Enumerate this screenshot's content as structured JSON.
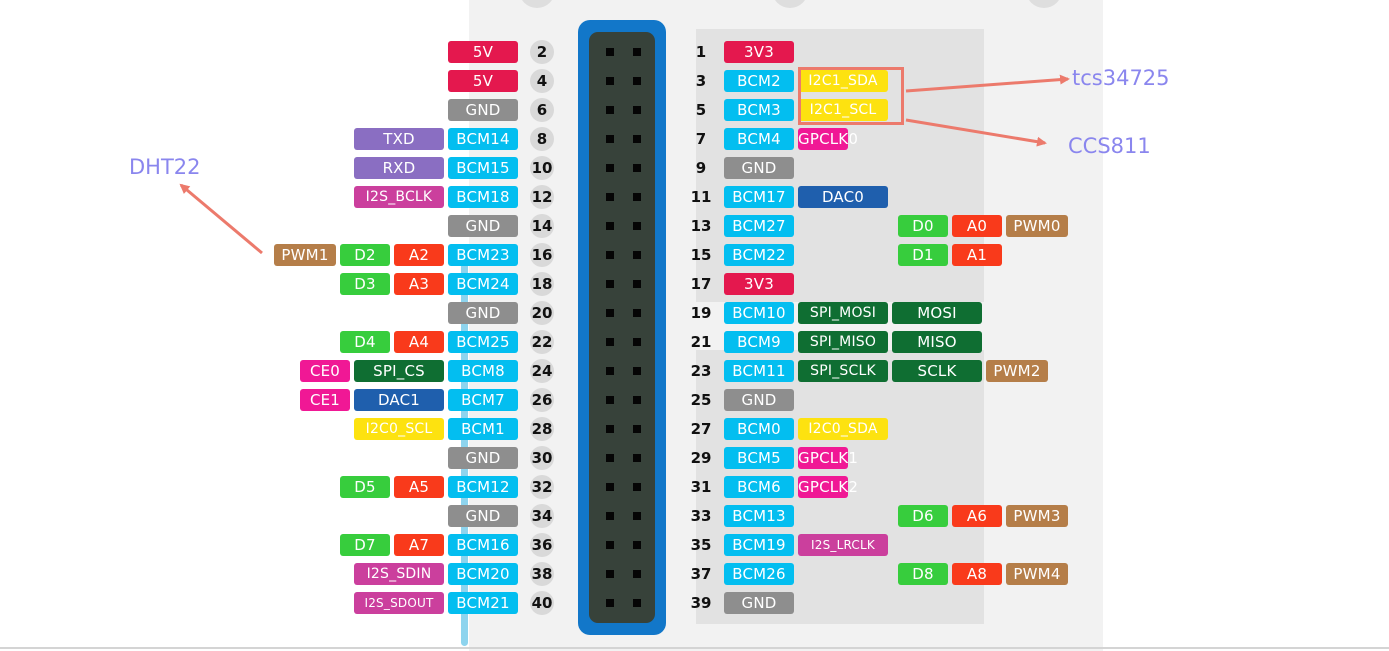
{
  "external_labels": {
    "dht22": "DHT22",
    "tcs34725": "tcs34725",
    "ccs811": "CCS811"
  },
  "colors": {
    "power": "#e4184e",
    "ground": "#8e8e8e",
    "bcm": "#03bef0",
    "uart": "#8a6ec2",
    "i2s": "#cb3f9d",
    "i2c": "#fde210",
    "spi": "#0f6e32",
    "clock": "#f01895",
    "dac": "#1f5fad",
    "digital": "#37cd3d",
    "analog": "#f93a1b",
    "pwm": "#b57e49",
    "header": "#1277c9",
    "annotation": "#ec7a6c"
  },
  "left_pins": [
    {
      "num": "2",
      "labels": [
        {
          "t": "5V",
          "k": "power"
        }
      ]
    },
    {
      "num": "4",
      "labels": [
        {
          "t": "5V",
          "k": "power"
        }
      ]
    },
    {
      "num": "6",
      "labels": [
        {
          "t": "GND",
          "k": "gnd"
        }
      ]
    },
    {
      "num": "8",
      "labels": [
        {
          "t": "TXD",
          "k": "uart"
        },
        {
          "t": "BCM14",
          "k": "bcm"
        }
      ]
    },
    {
      "num": "10",
      "labels": [
        {
          "t": "RXD",
          "k": "uart"
        },
        {
          "t": "BCM15",
          "k": "bcm"
        }
      ]
    },
    {
      "num": "12",
      "labels": [
        {
          "t": "I2S_BCLK",
          "k": "i2s"
        },
        {
          "t": "BCM18",
          "k": "bcm"
        }
      ]
    },
    {
      "num": "14",
      "labels": [
        {
          "t": "GND",
          "k": "gnd"
        }
      ]
    },
    {
      "num": "16",
      "labels": [
        {
          "t": "PWM1",
          "k": "pwm"
        },
        {
          "t": "D2",
          "k": "dig"
        },
        {
          "t": "A2",
          "k": "ana"
        },
        {
          "t": "BCM23",
          "k": "bcm"
        }
      ]
    },
    {
      "num": "18",
      "labels": [
        {
          "t": "D3",
          "k": "dig"
        },
        {
          "t": "A3",
          "k": "ana"
        },
        {
          "t": "BCM24",
          "k": "bcm"
        }
      ]
    },
    {
      "num": "20",
      "labels": [
        {
          "t": "GND",
          "k": "gnd"
        }
      ]
    },
    {
      "num": "22",
      "labels": [
        {
          "t": "D4",
          "k": "dig"
        },
        {
          "t": "A4",
          "k": "ana"
        },
        {
          "t": "BCM25",
          "k": "bcm"
        }
      ]
    },
    {
      "num": "24",
      "labels": [
        {
          "t": "CE0",
          "k": "clk"
        },
        {
          "t": "SPI_CS",
          "k": "spi"
        },
        {
          "t": "BCM8",
          "k": "bcm"
        }
      ]
    },
    {
      "num": "26",
      "labels": [
        {
          "t": "CE1",
          "k": "clk"
        },
        {
          "t": "DAC1",
          "k": "dac"
        },
        {
          "t": "BCM7",
          "k": "bcm"
        }
      ]
    },
    {
      "num": "28",
      "labels": [
        {
          "t": "I2C0_SCL",
          "k": "i2c"
        },
        {
          "t": "BCM1",
          "k": "bcm"
        }
      ]
    },
    {
      "num": "30",
      "labels": [
        {
          "t": "GND",
          "k": "gnd"
        }
      ]
    },
    {
      "num": "32",
      "labels": [
        {
          "t": "D5",
          "k": "dig"
        },
        {
          "t": "A5",
          "k": "ana"
        },
        {
          "t": "BCM12",
          "k": "bcm"
        }
      ]
    },
    {
      "num": "34",
      "labels": [
        {
          "t": "GND",
          "k": "gnd"
        }
      ]
    },
    {
      "num": "36",
      "labels": [
        {
          "t": "D7",
          "k": "dig"
        },
        {
          "t": "A7",
          "k": "ana"
        },
        {
          "t": "BCM16",
          "k": "bcm"
        }
      ]
    },
    {
      "num": "38",
      "labels": [
        {
          "t": "I2S_SDIN",
          "k": "i2s"
        },
        {
          "t": "BCM20",
          "k": "bcm"
        }
      ]
    },
    {
      "num": "40",
      "labels": [
        {
          "t": "I2S_SDOUT",
          "k": "i2s"
        },
        {
          "t": "BCM21",
          "k": "bcm"
        }
      ]
    }
  ],
  "right_pins": [
    {
      "num": "1",
      "labels": [
        {
          "t": "3V3",
          "k": "power"
        }
      ]
    },
    {
      "num": "3",
      "labels": [
        {
          "t": "BCM2",
          "k": "bcm"
        },
        {
          "t": "I2C1_SDA",
          "k": "i2c"
        }
      ]
    },
    {
      "num": "5",
      "labels": [
        {
          "t": "BCM3",
          "k": "bcm"
        },
        {
          "t": "I2C1_SCL",
          "k": "i2c"
        }
      ]
    },
    {
      "num": "7",
      "labels": [
        {
          "t": "BCM4",
          "k": "bcm"
        },
        {
          "t": "GPCLK0",
          "k": "clk"
        }
      ]
    },
    {
      "num": "9",
      "labels": [
        {
          "t": "GND",
          "k": "gnd"
        }
      ]
    },
    {
      "num": "11",
      "labels": [
        {
          "t": "BCM17",
          "k": "bcm"
        },
        {
          "t": "DAC0",
          "k": "dac"
        }
      ]
    },
    {
      "num": "13",
      "labels": [
        {
          "t": "BCM27",
          "k": "bcm"
        },
        {
          "t": "D0",
          "k": "dig"
        },
        {
          "t": "A0",
          "k": "ana"
        },
        {
          "t": "PWM0",
          "k": "pwm"
        }
      ]
    },
    {
      "num": "15",
      "labels": [
        {
          "t": "BCM22",
          "k": "bcm"
        },
        {
          "t": "D1",
          "k": "dig"
        },
        {
          "t": "A1",
          "k": "ana"
        }
      ]
    },
    {
      "num": "17",
      "labels": [
        {
          "t": "3V3",
          "k": "power"
        }
      ]
    },
    {
      "num": "19",
      "labels": [
        {
          "t": "BCM10",
          "k": "bcm"
        },
        {
          "t": "SPI_MOSI",
          "k": "spi"
        },
        {
          "t": "MOSI",
          "k": "spi"
        }
      ]
    },
    {
      "num": "21",
      "labels": [
        {
          "t": "BCM9",
          "k": "bcm"
        },
        {
          "t": "SPI_MISO",
          "k": "spi"
        },
        {
          "t": "MISO",
          "k": "spi"
        }
      ]
    },
    {
      "num": "23",
      "labels": [
        {
          "t": "BCM11",
          "k": "bcm"
        },
        {
          "t": "SPI_SCLK",
          "k": "spi"
        },
        {
          "t": "SCLK",
          "k": "spi"
        },
        {
          "t": "PWM2",
          "k": "pwm"
        }
      ]
    },
    {
      "num": "25",
      "labels": [
        {
          "t": "GND",
          "k": "gnd"
        }
      ]
    },
    {
      "num": "27",
      "labels": [
        {
          "t": "BCM0",
          "k": "bcm"
        },
        {
          "t": "I2C0_SDA",
          "k": "i2c"
        }
      ]
    },
    {
      "num": "29",
      "labels": [
        {
          "t": "BCM5",
          "k": "bcm"
        },
        {
          "t": "GPCLK1",
          "k": "clk"
        }
      ]
    },
    {
      "num": "31",
      "labels": [
        {
          "t": "BCM6",
          "k": "bcm"
        },
        {
          "t": "GPCLK2",
          "k": "clk"
        }
      ]
    },
    {
      "num": "33",
      "labels": [
        {
          "t": "BCM13",
          "k": "bcm"
        },
        {
          "t": "D6",
          "k": "dig"
        },
        {
          "t": "A6",
          "k": "ana"
        },
        {
          "t": "PWM3",
          "k": "pwm"
        }
      ]
    },
    {
      "num": "35",
      "labels": [
        {
          "t": "BCM19",
          "k": "bcm"
        },
        {
          "t": "I2S_LRCLK",
          "k": "i2s"
        }
      ]
    },
    {
      "num": "37",
      "labels": [
        {
          "t": "BCM26",
          "k": "bcm"
        },
        {
          "t": "D8",
          "k": "dig"
        },
        {
          "t": "A8",
          "k": "ana"
        },
        {
          "t": "PWM4",
          "k": "pwm"
        }
      ]
    },
    {
      "num": "39",
      "labels": [
        {
          "t": "GND",
          "k": "gnd"
        }
      ]
    }
  ]
}
